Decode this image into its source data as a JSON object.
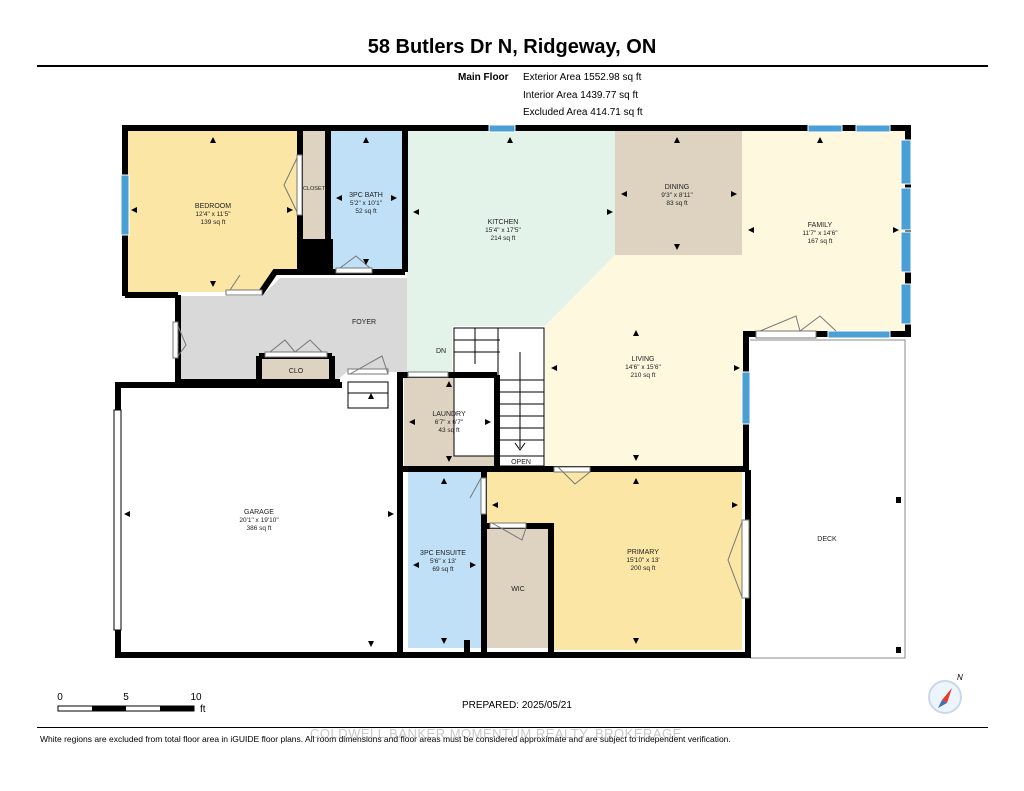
{
  "header": {
    "title": "58 Butlers Dr N, Ridgeway, ON"
  },
  "floor": {
    "name": "Main Floor",
    "exterior_area": "Exterior Area 1552.98 sq ft",
    "interior_area": "Interior Area 1439.77 sq ft",
    "excluded_area": "Excluded Area 414.71 sq ft"
  },
  "rooms": {
    "bedroom": {
      "name": "BEDROOM",
      "dims": "12'4\" x 11'5\"",
      "area": "139 sq ft"
    },
    "closet": {
      "name": "CLOSET"
    },
    "bath3pc": {
      "name": "3PC BATH",
      "dims": "5'2\" x 10'1\"",
      "area": "52 sq ft"
    },
    "kitchen": {
      "name": "KITCHEN",
      "dims": "15'4\" x 17'5\"",
      "area": "214 sq ft"
    },
    "dining": {
      "name": "DINING",
      "dims": "9'3\" x 8'11\"",
      "area": "83 sq ft"
    },
    "family": {
      "name": "FAMILY",
      "dims": "11'7\" x 14'6\"",
      "area": "167 sq ft"
    },
    "foyer": {
      "name": "FOYER"
    },
    "clo": {
      "name": "CLO"
    },
    "living": {
      "name": "LIVING",
      "dims": "14'6\" x 15'6\"",
      "area": "210 sq ft"
    },
    "laundry": {
      "name": "LAUNDRY",
      "dims": "6'7\" x 6'7\"",
      "area": "43 sq ft"
    },
    "garage": {
      "name": "GARAGE",
      "dims": "20'1\" x 19'10\"",
      "area": "386 sq ft"
    },
    "ensuite": {
      "name": "3PC ENSUITE",
      "dims": "5'6\" x 13'",
      "area": "69 sq ft"
    },
    "wic": {
      "name": "WIC"
    },
    "primary": {
      "name": "PRIMARY",
      "dims": "15'10\" x 13'",
      "area": "200 sq ft"
    },
    "deck": {
      "name": "DECK"
    }
  },
  "stairs": {
    "down_label": "DN",
    "open_label": "OPEN"
  },
  "scale": {
    "ticks": [
      "0",
      "5",
      "10"
    ],
    "unit": "ft"
  },
  "compass": {
    "north_label": "N"
  },
  "footer": {
    "prepared": "PREPARED: 2025/05/21",
    "watermark": "COLDWELL BANKER MOMENTUM REALTY, BROKERAGE",
    "disclaimer": "White regions are excluded from total floor area in iGUIDE floor plans. All room dimensions and floor areas must be considered approximate and are subject to independent verification."
  },
  "colors": {
    "bedroom": "#fbe6a6",
    "bath": "#bfe0f7",
    "kitchen": "#e3f3ea",
    "dining": "#ddd3c0",
    "living": "#fdf8de",
    "foyer": "#d9d9d9",
    "laundry": "#ddd3c0",
    "primary": "#fbe6a6",
    "wall": "#000000",
    "window": "#4a9fd4"
  }
}
